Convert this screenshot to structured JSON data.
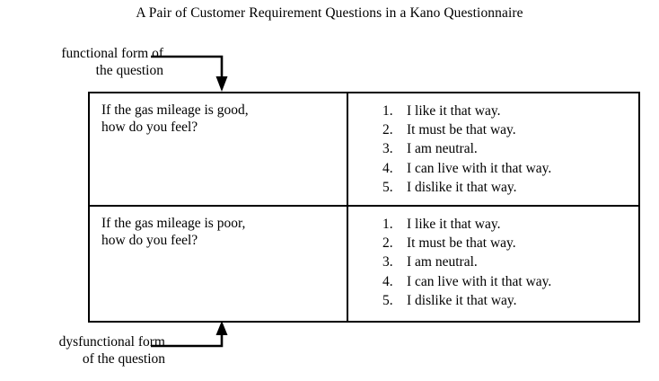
{
  "figure": {
    "title": "A Pair of Customer Requirement Questions in a Kano Questionnaire"
  },
  "annotations": {
    "functional": {
      "line1": "functional form of",
      "line2": "the question",
      "arrow_icon": "arrow-down-icon"
    },
    "dysfunctional": {
      "line1": "dysfunctional form",
      "line2": "of the question",
      "arrow_icon": "arrow-up-icon"
    }
  },
  "table": {
    "rows": [
      {
        "form": "functional",
        "question": "If the gas mileage is good,\nhow do you feel?",
        "question_line1": "If the gas mileage is good,",
        "question_line2": "how do you feel?",
        "answers": [
          {
            "num": "1.",
            "text": "I like it that way."
          },
          {
            "num": "2.",
            "text": "It must be that way."
          },
          {
            "num": "3.",
            "text": "I am neutral."
          },
          {
            "num": "4.",
            "text": "I can live with it that way."
          },
          {
            "num": "5.",
            "text": "I dislike it that way."
          }
        ]
      },
      {
        "form": "dysfunctional",
        "question": "If the gas mileage is poor,\nhow do you feel?",
        "question_line1": "If the gas mileage is poor,",
        "question_line2": "how do you feel?",
        "answers": [
          {
            "num": "1.",
            "text": "I like it that way."
          },
          {
            "num": "2.",
            "text": "It must be that way."
          },
          {
            "num": "3.",
            "text": "I am neutral."
          },
          {
            "num": "4.",
            "text": "I can live with it that way."
          },
          {
            "num": "5.",
            "text": "I dislike it that way."
          }
        ]
      }
    ]
  },
  "colors": {
    "ink": "#000000",
    "background": "#ffffff",
    "border": "#000000"
  }
}
